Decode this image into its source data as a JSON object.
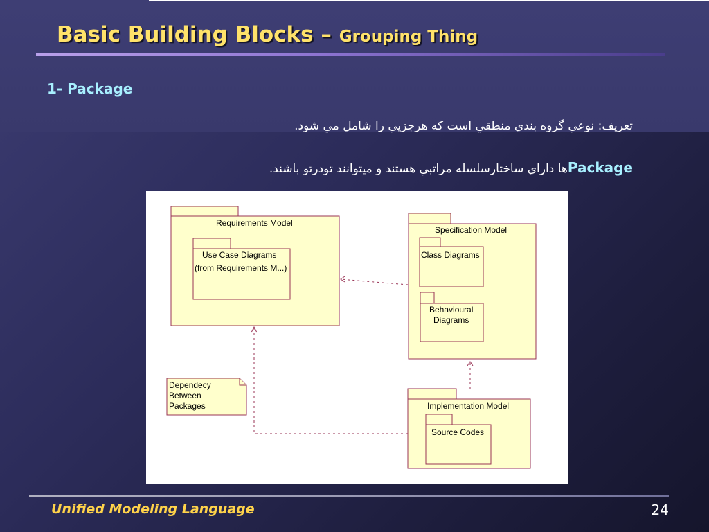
{
  "slide": {
    "title_main": "Basic Building Blocks – ",
    "title_sub": "Grouping Thing",
    "section": "1- Package",
    "definition": "تعريف: نوعي گروه بندي منطقي است كه هرجزيي را شامل مي شود.",
    "package_keyword": "Package",
    "package_sentence": "ها داراي ساختارسلسله مراتبي هستند و ميتوانند تودرتو باشند.",
    "footer_title": "Unified Modeling Language",
    "page_number": "24"
  },
  "diagram": {
    "packages": {
      "requirements": "Requirements Model",
      "use_case_line1": "Use Case Diagrams",
      "use_case_line2": "(from Requirements M...)",
      "specification": "Specification Model",
      "class_diagrams": "Class Diagrams",
      "behavioural_line1": "Behavioural",
      "behavioural_line2": "Diagrams",
      "implementation": "Implementation Model",
      "source_codes": "Source Codes"
    },
    "note": {
      "line1": "Dependecy",
      "line2": "Between",
      "line3": "Packages"
    },
    "colors": {
      "package_fill": "#ffffcc",
      "package_stroke": "#993355"
    }
  }
}
